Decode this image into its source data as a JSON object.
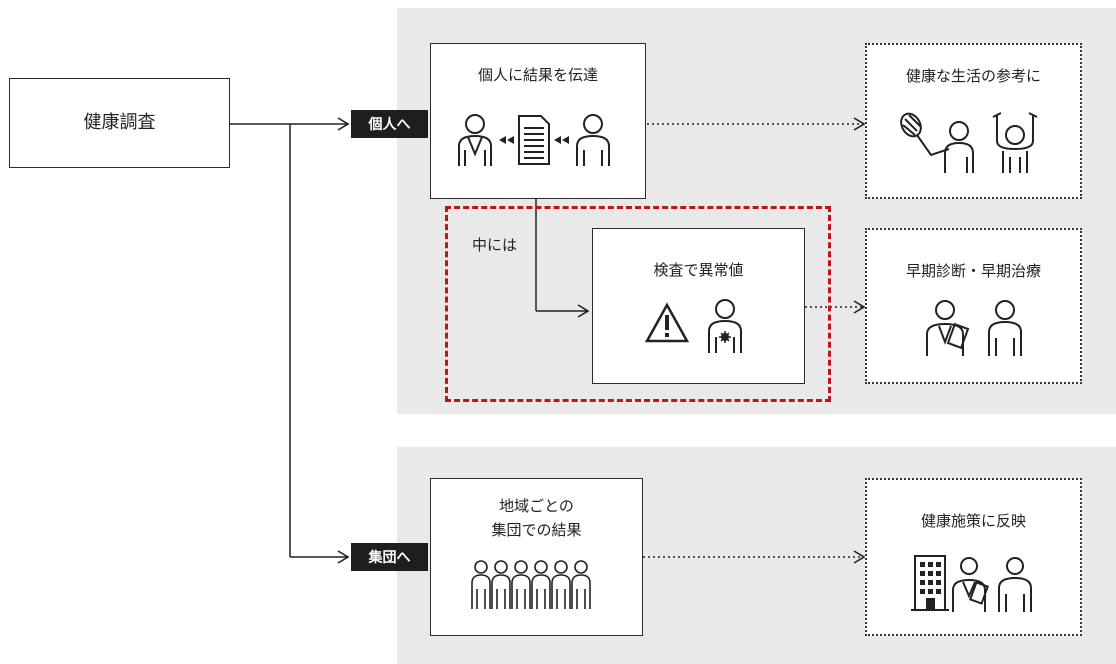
{
  "source": {
    "label": "健康調査"
  },
  "branch_tags": {
    "individual": "個人へ",
    "group": "集団へ"
  },
  "individual": {
    "notify_box": "個人に結果を伝達",
    "outcome_healthy": "健康な生活の参考に",
    "some_cases_label": "中には",
    "abnormal_box": "検査で異常値",
    "outcome_early": "早期診断・早期治療"
  },
  "group": {
    "result_box_line1": "地域ごとの",
    "result_box_line2": "集団での結果",
    "outcome_policy": "健康施策に反映"
  },
  "colors": {
    "panel": "#e9e9e9",
    "highlight": "#c0141a",
    "tag": "#1e1e1e"
  }
}
